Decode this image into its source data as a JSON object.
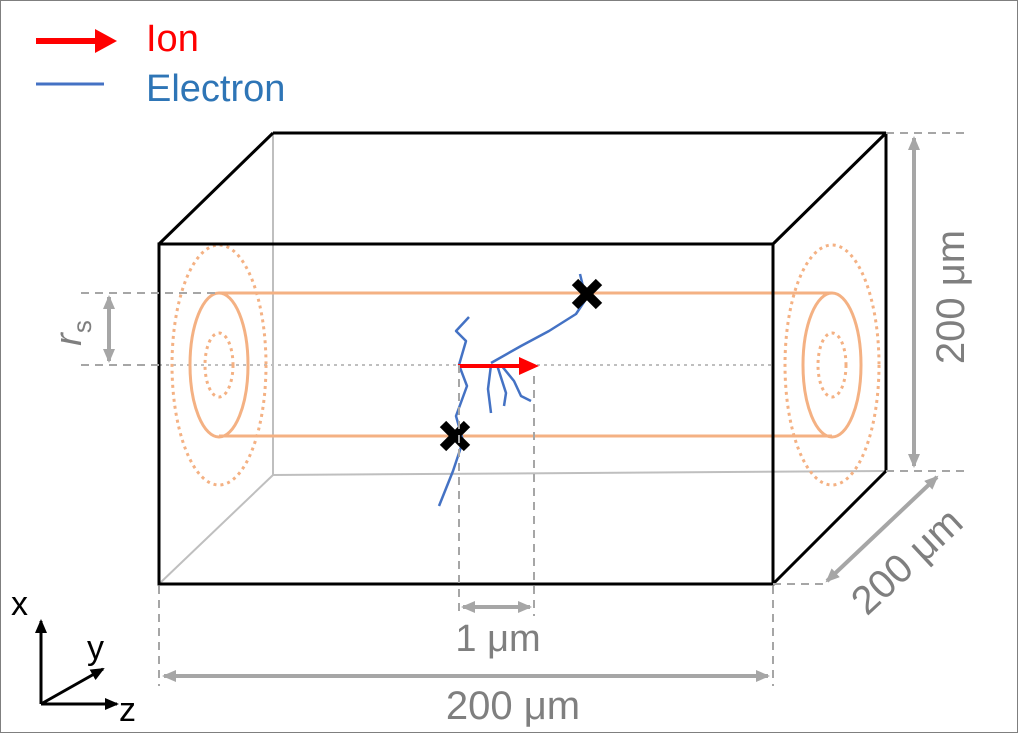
{
  "legend": {
    "ion_label": "Ion",
    "electron_label": "Electron"
  },
  "dimensions": {
    "length": "200 μm",
    "height": "200 μm",
    "depth": "200 μm",
    "segment": "1 μm"
  },
  "radius_label": {
    "symbol": "r",
    "subscript": "s"
  },
  "axes": {
    "x": "x",
    "y": "y",
    "z": "z"
  },
  "colors": {
    "ion": "#ff0000",
    "electron": "#4472c4",
    "cylinder": "#f4b183",
    "dimension": "#a6a6a6",
    "dimension_text": "#7f7f7f",
    "box_edge": "#000000",
    "hidden_edge": "#bfbfbf"
  }
}
